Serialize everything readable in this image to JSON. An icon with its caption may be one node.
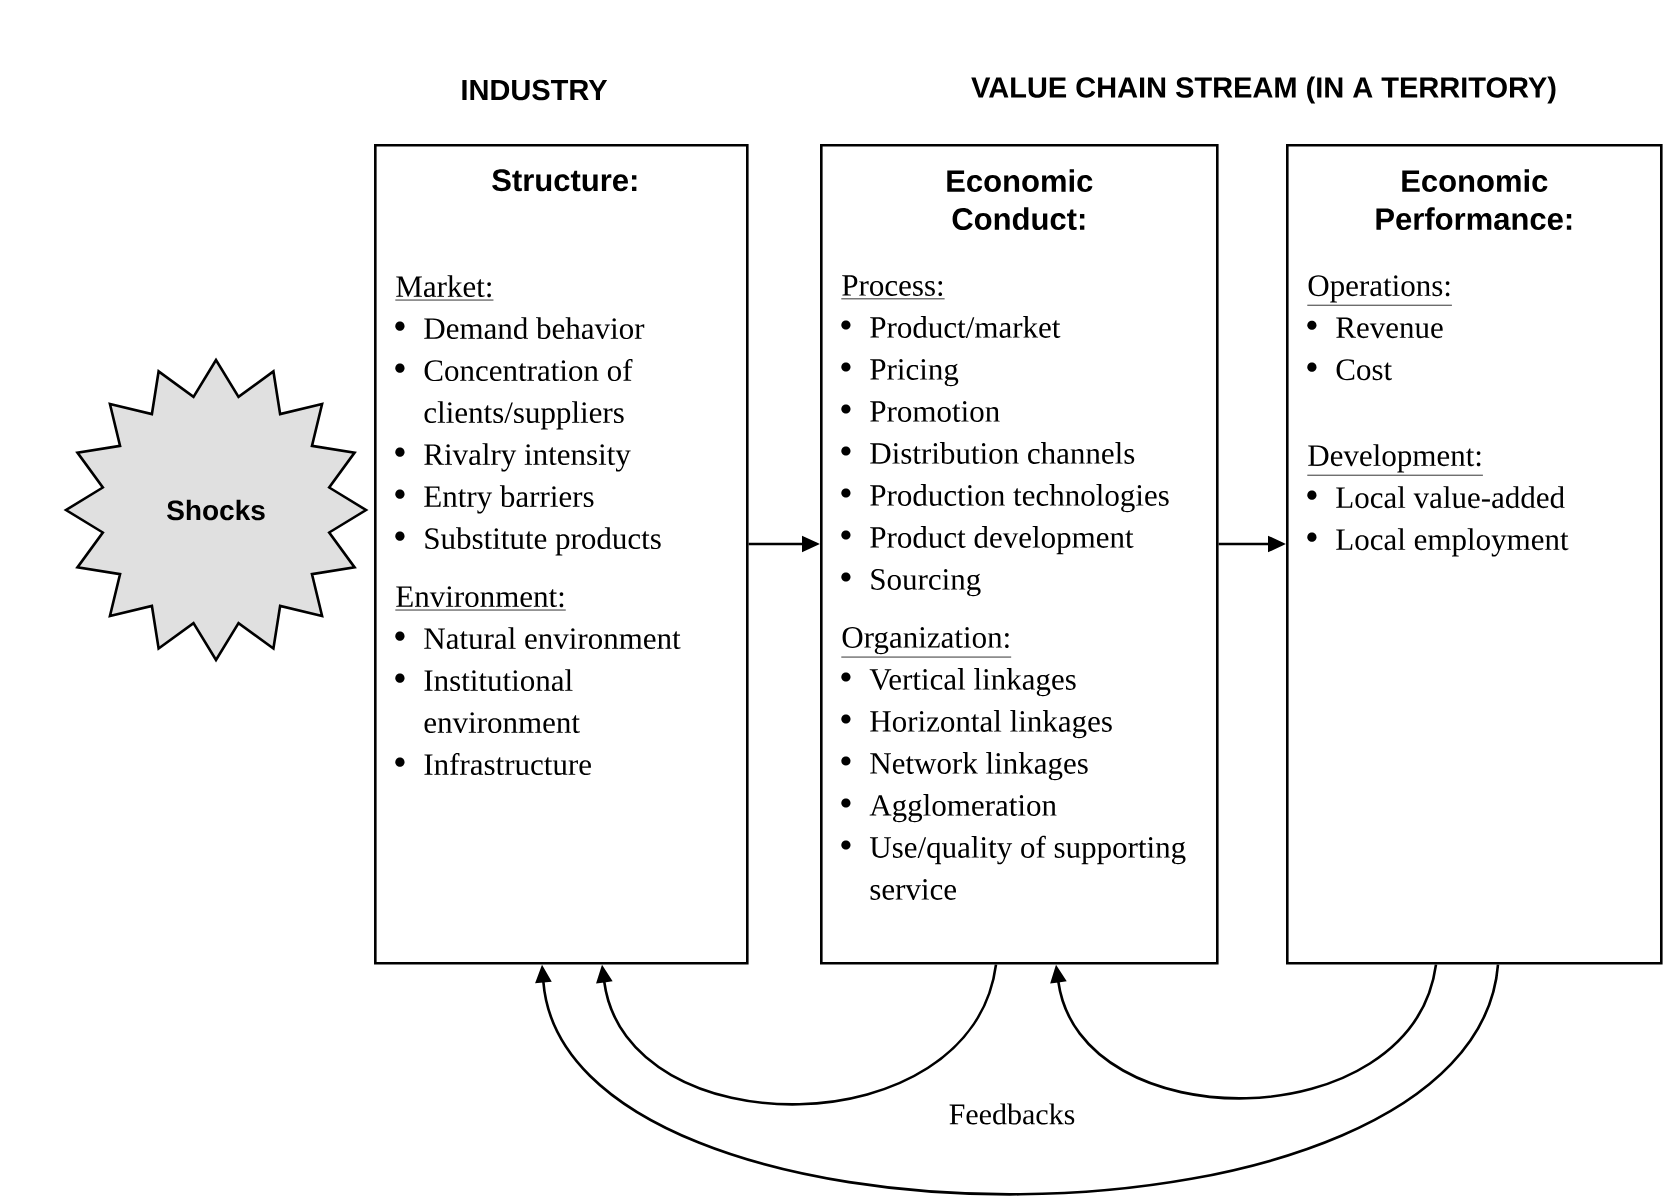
{
  "diagram": {
    "nodes": [
      {
        "text": [
          "Shocks"
        ]
      },
      {
        "text": [
          "Structure:",
          "Market:",
          "Demand behavior",
          "Concentration of clients/suppliers",
          "Rivalry intensity",
          "Entry barriers",
          "Substitute products",
          "Environment:",
          "Natural environment",
          "Institutional environment",
          "Infrastructure"
        ]
      },
      {
        "text": [
          "Economic Conduct:",
          "Process:",
          "Product/market",
          "Pricing",
          "Promotion",
          "Distribution channels",
          "Production technologies",
          "Product development",
          "Sourcing",
          "Organization:",
          "Vertical linkages",
          "Horizontal linkages",
          "Network linkages",
          "Agglomeration",
          "Use/quality of supporting service"
        ]
      },
      {
        "text": [
          "Economic Performance:",
          "Operations:",
          "Revenue",
          "Cost",
          "Development:",
          "Local value-added",
          "Local employment"
        ]
      }
    ],
    "edges": [
      {
        "from": 1,
        "to": 2,
        "arrow": "to"
      },
      {
        "from": 2,
        "to": 3,
        "arrow": "to"
      },
      {
        "from": 2,
        "to": 1,
        "arrow": "to"
      },
      {
        "from": 3,
        "to": 2,
        "arrow": "to"
      },
      {
        "from": 3,
        "to": 1,
        "arrow": "to"
      }
    ],
    "labels": [
      "INDUSTRY",
      "VALUE CHAIN STREAM (IN A TERRITORY)",
      "Feedbacks"
    ]
  }
}
